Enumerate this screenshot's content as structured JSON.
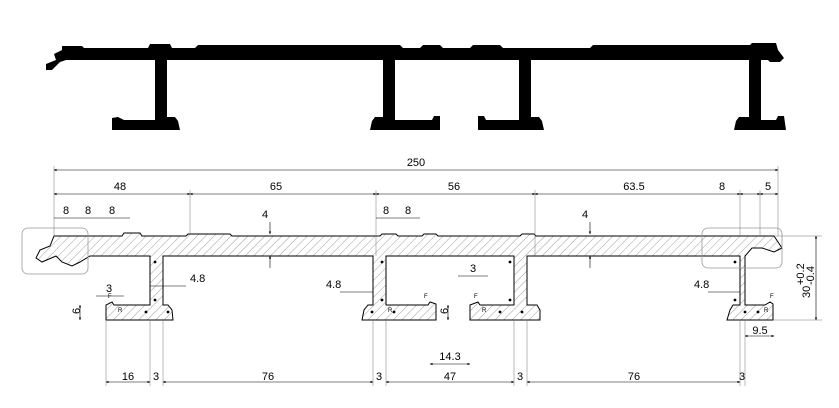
{
  "overall_width": "250",
  "segment_widths": [
    "48",
    "65",
    "56",
    "63.5",
    "8",
    "5"
  ],
  "small_widths": [
    "8",
    "8",
    "8",
    "8",
    "8"
  ],
  "thickness_labels": [
    "4",
    "4"
  ],
  "web_thickness_labels": [
    "4.8",
    "4.8",
    "4.8"
  ],
  "slot_labels": [
    "3",
    "3"
  ],
  "height_labels": [
    "6",
    "6"
  ],
  "tolerance": {
    "nominal": "30",
    "upper": "+0.2",
    "lower": "-0.4"
  },
  "bottom_widths": [
    "16",
    "3",
    "76",
    "3",
    "47",
    "3",
    "76",
    "3"
  ],
  "gap_label": "14.3",
  "end_label": "9.5",
  "feature_letters": [
    "F",
    "R",
    "R",
    "F",
    "F",
    "R",
    "R",
    "F"
  ]
}
